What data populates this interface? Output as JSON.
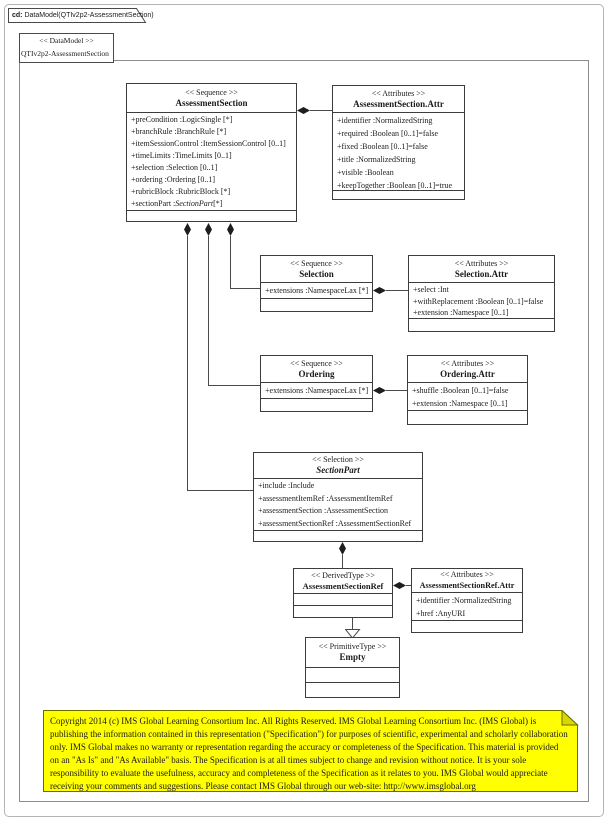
{
  "window": {
    "tab_prefix": "cd:",
    "tab_title": "DataModel(QTIv2p2-AssessmentSection)"
  },
  "frame": {
    "stereotype": "<< DataModel >>",
    "name": "QTIv2p2-AssessmentSection"
  },
  "classes": {
    "assessment_section": {
      "stereotype": "<< Sequence >>",
      "name": "AssessmentSection",
      "attributes": [
        "+preCondition :LogicSingle [*]",
        "+branchRule :BranchRule [*]",
        "+itemSessionControl :ItemSessionControl [0..1]",
        "+timeLimits :TimeLimits [0..1]",
        "+selection :Selection [0..1]",
        "+ordering :Ordering [0..1]",
        "+rubricBlock :RubricBlock [*]"
      ],
      "last_attribute_prefix": "+sectionPart :",
      "last_attribute_type": "SectionPart",
      "last_attribute_suffix": "[*]"
    },
    "assessment_section_attr": {
      "stereotype": "<< Attributes >>",
      "name": "AssessmentSection.Attr",
      "attributes": [
        "+identifier :NormalizedString",
        "+required :Boolean [0..1]=false",
        "+fixed :Boolean [0..1]=false",
        "+title :NormalizedString",
        "+visible :Boolean",
        "+keepTogether :Boolean [0..1]=true"
      ]
    },
    "selection": {
      "stereotype": "<< Sequence >>",
      "name": "Selection",
      "attributes": [
        "+extensions :NamespaceLax [*]"
      ]
    },
    "selection_attr": {
      "stereotype": "<< Attributes >>",
      "name": "Selection.Attr",
      "attributes": [
        "+select :Int",
        "+withReplacement :Boolean [0..1]=false",
        "+extension :Namespace [0..1]"
      ]
    },
    "ordering": {
      "stereotype": "<< Sequence >>",
      "name": "Ordering",
      "attributes": [
        "+extensions :NamespaceLax [*]"
      ]
    },
    "ordering_attr": {
      "stereotype": "<< Attributes >>",
      "name": "Ordering.Attr",
      "attributes": [
        "+shuffle :Boolean [0..1]=false",
        "+extension :Namespace [0..1]"
      ]
    },
    "section_part": {
      "stereotype": "<< Selection >>",
      "name": "SectionPart",
      "attributes": [
        "+include :Include",
        "+assessmentItemRef :AssessmentItemRef",
        "+assessmentSection :AssessmentSection",
        "+assessmentSectionRef :AssessmentSectionRef"
      ]
    },
    "assessment_section_ref": {
      "stereotype": "<< DerivedType >>",
      "name": "AssessmentSectionRef"
    },
    "assessment_section_ref_attr": {
      "stereotype": "<< Attributes >>",
      "name": "AssessmentSectionRef.Attr",
      "attributes": [
        "+identifier :NormalizedString",
        "+href :AnyURI"
      ]
    },
    "empty": {
      "stereotype": "<< PrimitiveType >>",
      "name": "Empty"
    }
  },
  "note": {
    "text": "Copyright 2014 (c) IMS Global Learning Consortium Inc.  All Rights Reserved.  IMS Global Learning Consortium Inc. (IMS Global) is publishing the information contained in this representation (\"Specification\") for purposes of scientific, experimental and scholarly collaboration only.  IMS Global makes no warranty or representation regarding the accuracy or completeness of the Specification.  This material is provided on an \"As Is\" and \"As Available\" basis.  The Specification is at all times subject to change and revision without notice.  It is your sole responsibility to evaluate the usefulness, accuracy and completeness of the Specification as it relates to you.  IMS Global would appreciate receiving your comments and suggestions.  Please contact IMS Global through our web-site: http://www.imsglobal.org"
  },
  "colors": {
    "note_bg": "#ffff00",
    "note_fold": "#d8d800",
    "note_border": "#6b6b00",
    "line": "#4a4a4a"
  }
}
